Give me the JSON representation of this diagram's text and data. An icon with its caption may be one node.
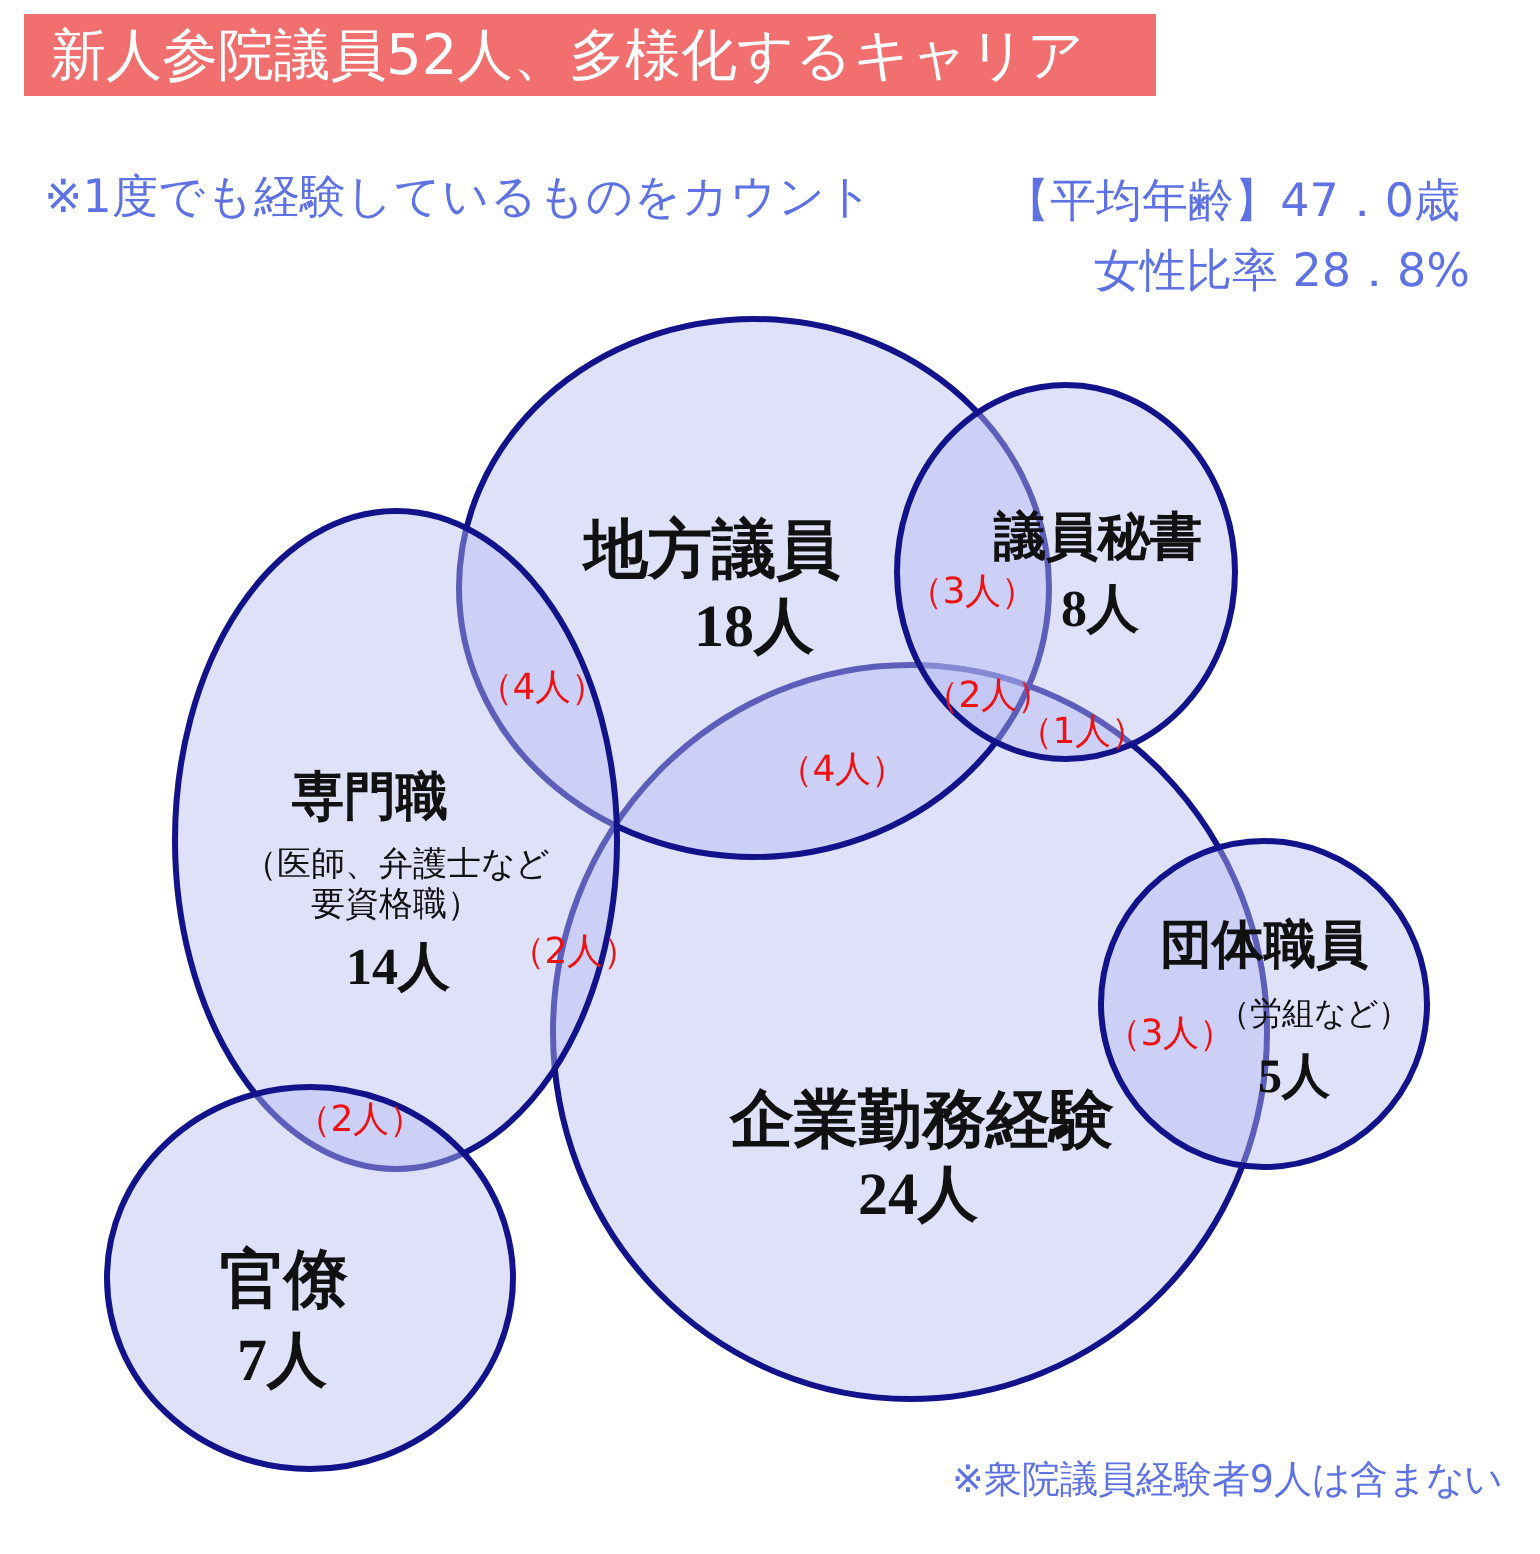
{
  "diagram": {
    "title": "新人参院議員52人、多様化するキャリア",
    "nodes": [
      {
        "text": [
          "地方議員",
          "18人"
        ]
      },
      {
        "text": [
          "議員秘書",
          "8人"
        ]
      },
      {
        "text": [
          "専門職",
          "（医師、弁護士など要資格職）",
          "14人"
        ]
      },
      {
        "text": [
          "企業勤務経験",
          "24人"
        ]
      },
      {
        "text": [
          "団体職員",
          "（労組など）",
          "5人"
        ]
      },
      {
        "text": [
          "官僚",
          "7人"
        ]
      }
    ],
    "labels": [
      "※1度でも経験しているものをカウント",
      "【平均年齢】47．0歳",
      "女性比率 28．8%",
      "（3人）",
      "（4人）",
      "（2人）",
      "（1人）",
      "（4人）",
      "（2人）",
      "（3人）",
      "（2人）",
      "※衆院議員経験者9人は含まない"
    ]
  }
}
